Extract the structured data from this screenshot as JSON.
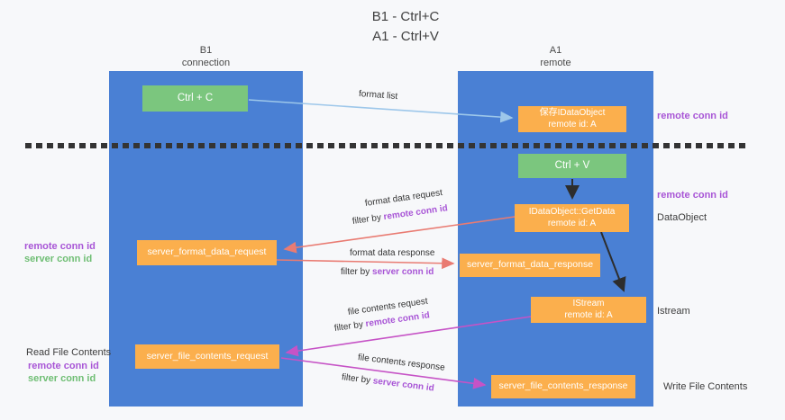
{
  "title": {
    "line1": "B1 - Ctrl+C",
    "line2": "A1 - Ctrl+V"
  },
  "columns": {
    "left": {
      "header_line1": "B1",
      "header_line2": "connection"
    },
    "right": {
      "header_line1": "A1",
      "header_line2": "remote"
    }
  },
  "boxes": {
    "ctrl_c": {
      "label": "Ctrl + C"
    },
    "save_idataobject": {
      "line1": "保存IDataObject",
      "line2": "remote id: A"
    },
    "ctrl_v": {
      "label": "Ctrl + V"
    },
    "getdata": {
      "line1": "IDataObject::GetData",
      "line2": "remote id: A"
    },
    "format_request": {
      "label": "server_format_data_request"
    },
    "format_response": {
      "label": "server_format_data_response"
    },
    "istream": {
      "line1": "IStream",
      "line2": "remote id: A"
    },
    "file_request": {
      "label": "server_file_contents_request"
    },
    "file_response": {
      "label": "server_file_contents_response"
    }
  },
  "side_labels": {
    "right_remote_conn_id_1": "remote conn id",
    "right_remote_conn_id_2": "remote conn id",
    "dataobject": "DataObject",
    "istream": "Istream",
    "write_file_contents": "Write File Contents",
    "left_remote_conn_id_1": "remote conn id",
    "left_server_conn_id_1": "server conn id",
    "read_file_contents": "Read File Contents",
    "left_remote_conn_id_2": "remote conn id",
    "left_server_conn_id_2": "server conn id"
  },
  "arrow_labels": {
    "format_list": "format list",
    "format_data_request": "format data request",
    "filter_by_1_prefix": "filter by ",
    "filter_by_1_key": "remote conn id",
    "format_data_response": "format data response",
    "filter_by_2_prefix": "filter by ",
    "filter_by_2_key": "server conn id",
    "file_contents_request": "file contents request",
    "filter_by_3_prefix": "filter by ",
    "filter_by_3_key": "remote conn id",
    "file_contents_response": "file contents response",
    "filter_by_4_prefix": "filter by ",
    "filter_by_4_key": "server conn id"
  },
  "colors": {
    "background": "#f7f8fa",
    "column_blue": "#4a80d4",
    "box_green": "#7bc67e",
    "box_orange": "#fbaf4d",
    "arrow_lightblue": "#9dc7ea",
    "arrow_black": "#2d2d2d",
    "arrow_salmon": "#e97b72",
    "arrow_magenta": "#c653c6",
    "label_purple": "#a855d6",
    "label_green": "#6fbe74",
    "text_dark": "#3d3d3d"
  }
}
